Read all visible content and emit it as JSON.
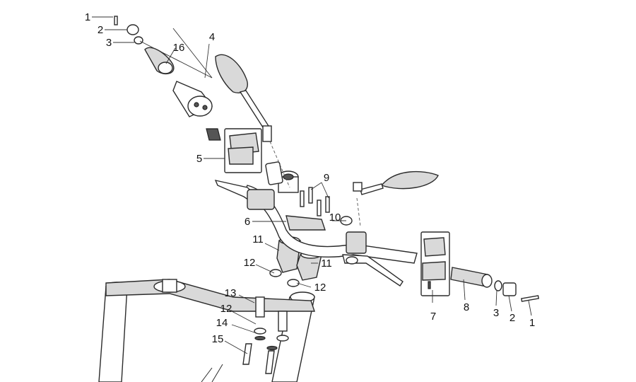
{
  "diagram": {
    "callouts": [
      {
        "id": "c1-left",
        "label": "1"
      },
      {
        "id": "c2-left",
        "label": "2"
      },
      {
        "id": "c3-left",
        "label": "3"
      },
      {
        "id": "c16",
        "label": "16"
      },
      {
        "id": "c4",
        "label": "4"
      },
      {
        "id": "c5",
        "label": "5"
      },
      {
        "id": "c9",
        "label": "9"
      },
      {
        "id": "c6",
        "label": "6"
      },
      {
        "id": "c10",
        "label": "10"
      },
      {
        "id": "c11-left",
        "label": "11"
      },
      {
        "id": "c11-right",
        "label": "11"
      },
      {
        "id": "c12-a",
        "label": "12"
      },
      {
        "id": "c12-b",
        "label": "12"
      },
      {
        "id": "c13",
        "label": "13"
      },
      {
        "id": "c12-c",
        "label": "12"
      },
      {
        "id": "c14",
        "label": "14"
      },
      {
        "id": "c15",
        "label": "15"
      },
      {
        "id": "c7",
        "label": "7"
      },
      {
        "id": "c8",
        "label": "8"
      },
      {
        "id": "c3-right",
        "label": "3"
      },
      {
        "id": "c2-right",
        "label": "2"
      },
      {
        "id": "c1-right",
        "label": "1"
      }
    ]
  }
}
